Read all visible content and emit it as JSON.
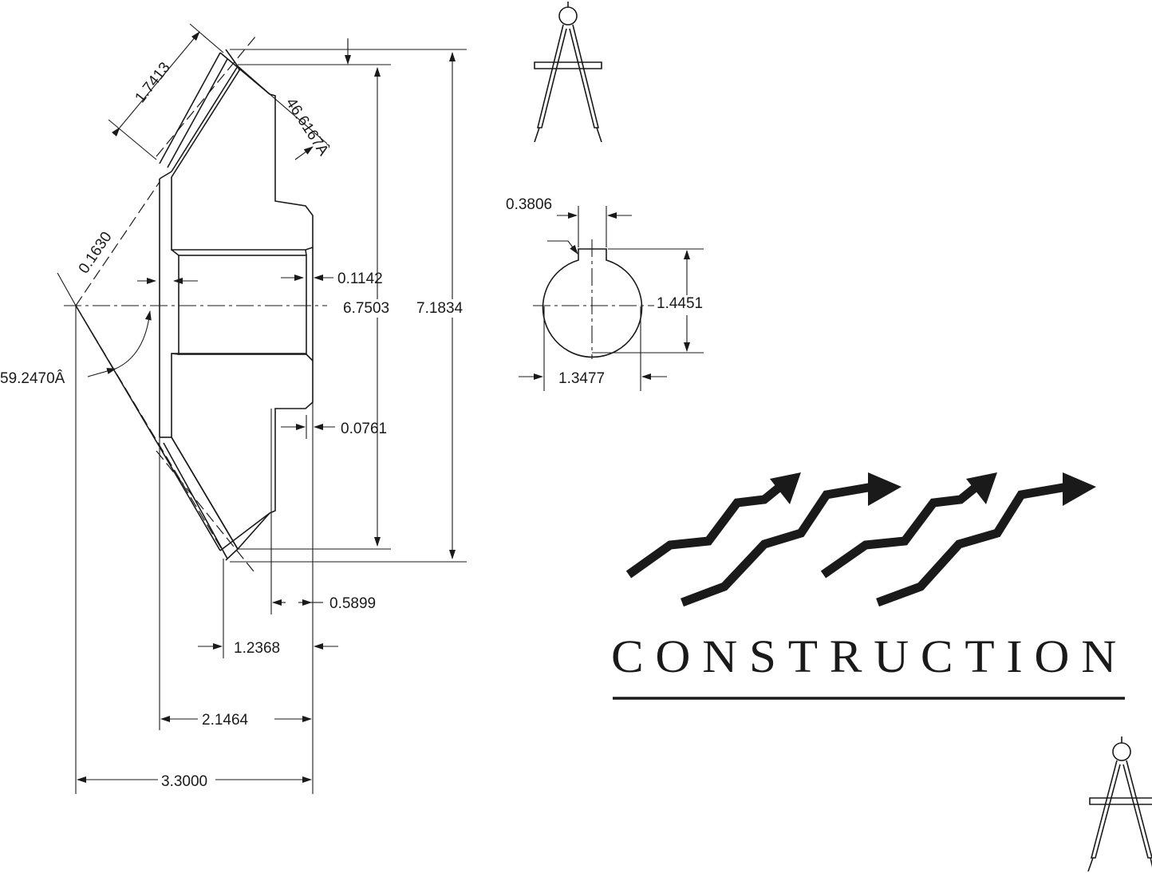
{
  "dimensions": {
    "d_1_7413": "1.7413",
    "d_46_6167": "46.6167Â",
    "d_0_1630": "0.1630",
    "d_0_1142": "0.1142",
    "d_6_7503": "6.7503",
    "d_7_1834": "7.1834",
    "d_59_2470": "59.2470Â",
    "d_0_0761": "0.0761",
    "d_0_5899": "0.5899",
    "d_1_2368": "1.2368",
    "d_2_1464": "2.1464",
    "d_3_3000": "3.3000",
    "d_0_3806": "0.3806",
    "d_1_4451": "1.4451",
    "d_1_3477": "1.3477"
  },
  "logo": {
    "text": "CONSTRUCTION"
  },
  "icons": [
    "compass-icon",
    "compass-icon",
    "growth-arrows-icon"
  ],
  "colors": {
    "ink": "#1a1a1a",
    "background": "#ffffff"
  }
}
